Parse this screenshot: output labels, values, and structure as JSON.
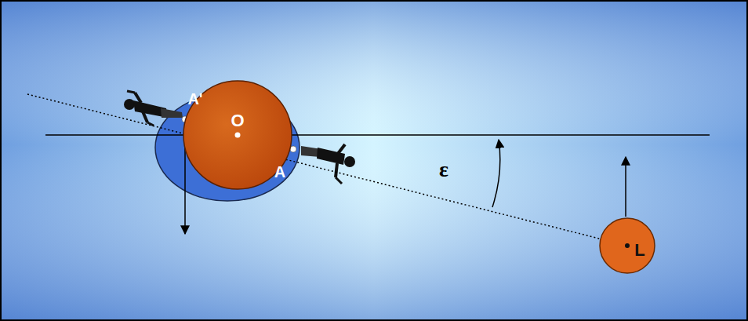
{
  "diagram": {
    "nodes": [
      {
        "text": [
          "O"
        ]
      },
      {
        "text": [
          "L"
        ]
      }
    ],
    "labels": [
      "A'",
      "A",
      "ε"
    ]
  }
}
